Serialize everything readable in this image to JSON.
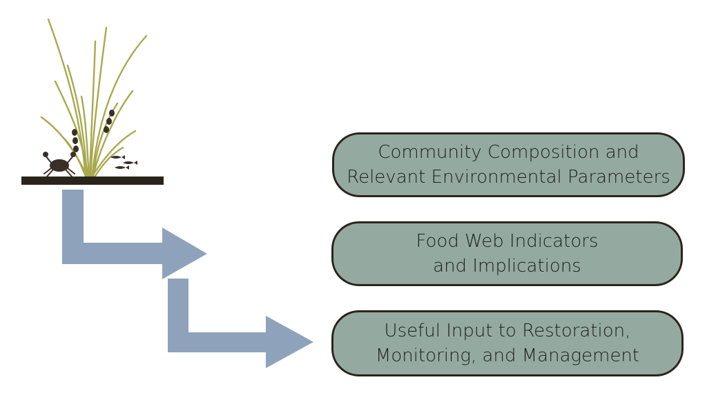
{
  "diagram": {
    "colors": {
      "box_fill": "#94aaa0",
      "box_border": "#2b241c",
      "arrow": "#8ea3bb",
      "ground": "#2b241c",
      "grass": "#a9a84e",
      "fauna": "#3a2f26"
    },
    "icons": {
      "plant": "marsh-grass-icon",
      "crab": "crab-icon",
      "fish": "fish-school-icon",
      "snails": "snail-icon"
    },
    "boxes": [
      {
        "line1": "Community Composition and",
        "line2": "Relevant Environmental Parameters"
      },
      {
        "line1": "Food Web Indicators",
        "line2": "and Implications"
      },
      {
        "line1": "Useful Input to Restoration,",
        "line2": "Monitoring, and Management"
      }
    ]
  }
}
